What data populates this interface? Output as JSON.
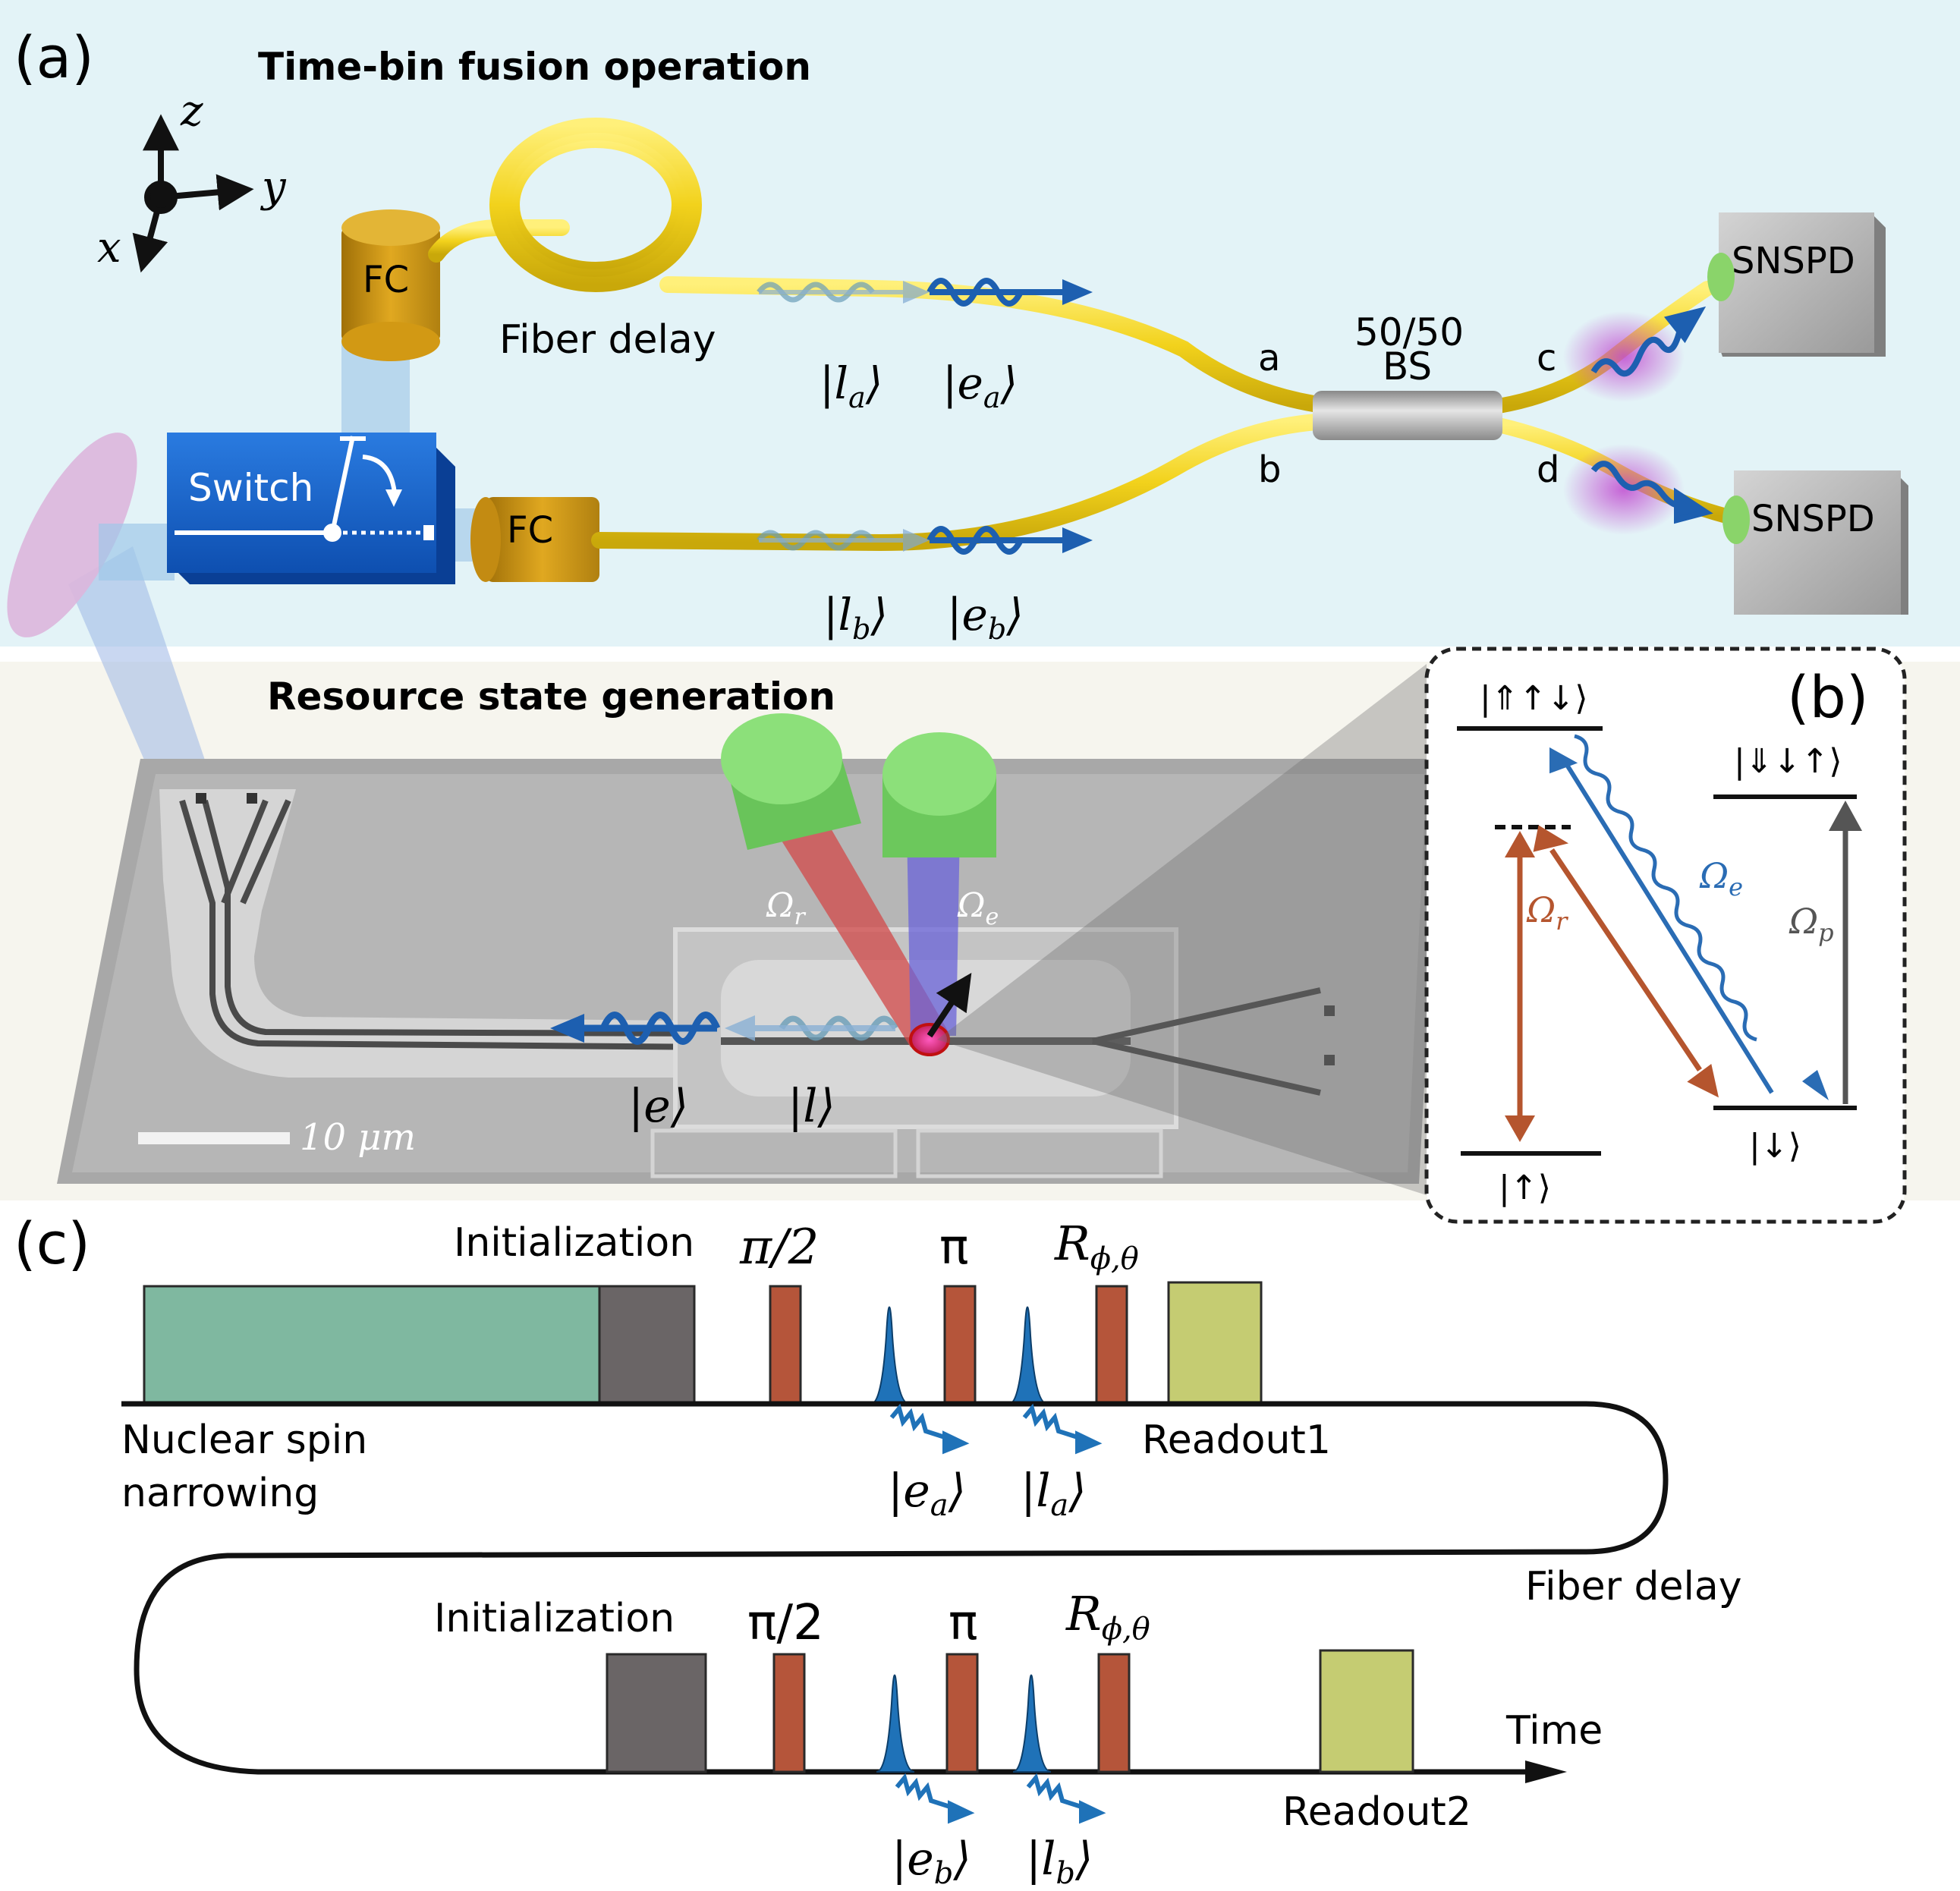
{
  "panel_a": {
    "label": "(a)",
    "title": "Time-bin fusion operation",
    "axes": {
      "z": "z",
      "y": "y",
      "x": "x"
    },
    "fc_top": "FC",
    "fc_bottom": "FC",
    "switch": "Switch",
    "fiber_delay": "Fiber delay",
    "ket_la": "|l",
    "ket_la_sub": "a",
    "ket_ea": "|e",
    "ket_ea_sub": "a",
    "ket_lb": "|l",
    "ket_lb_sub": "b",
    "ket_eb": "|e",
    "ket_eb_sub": "b",
    "port_a": "a",
    "port_b": "b",
    "port_c": "c",
    "port_d": "d",
    "bs_ratio": "50/50",
    "bs_label": "BS",
    "snspd_top": "SNSPD",
    "snspd_bottom": "SNSPD"
  },
  "resource": {
    "title": "Resource state generation",
    "omega_r": "Ω",
    "omega_r_sub": "r",
    "omega_e": "Ω",
    "omega_e_sub": "e",
    "ket_e": "|e⟩",
    "ket_l": "|l⟩",
    "scale": "10 μm"
  },
  "panel_b": {
    "label": "(b)",
    "level_top": "|⇑↑↓⟩",
    "level_right_top": "|⇓↓↑⟩",
    "level_up": "|↑⟩",
    "level_down": "|↓⟩",
    "omega_r": "Ω",
    "omega_r_sub": "r",
    "omega_e": "Ω",
    "omega_e_sub": "e",
    "omega_p": "Ω",
    "omega_p_sub": "p",
    "colors": {
      "r": "#b5552e",
      "e": "#2a6cb4",
      "p": "#555555"
    }
  },
  "panel_c": {
    "label": "(c)",
    "row1": {
      "init": "Initialization",
      "pi_half": "π/2",
      "pi": "π",
      "rot": "R",
      "rot_sub": "ϕ,θ",
      "narrowing_1": "Nuclear spin",
      "narrowing_2": "narrowing",
      "readout": "Readout1",
      "ket_1": "|e",
      "ket_1_sub": "a",
      "ket_2": "|l",
      "ket_2_sub": "a"
    },
    "fiber_delay": "Fiber delay",
    "row2": {
      "init": "Initialization",
      "pi_half": "π/2",
      "pi": "π",
      "rot": "R",
      "rot_sub": "ϕ,θ",
      "readout": "Readout2",
      "time": "Time",
      "ket_1": "|e",
      "ket_1_sub": "b",
      "ket_2": "|l",
      "ket_2_sub": "b"
    },
    "colors": {
      "narrowing": "#7fb8a0",
      "init": "#6a6566",
      "pulse": "#b5553a",
      "readout": "#c5cc72",
      "photon": "#1f72b8"
    }
  }
}
